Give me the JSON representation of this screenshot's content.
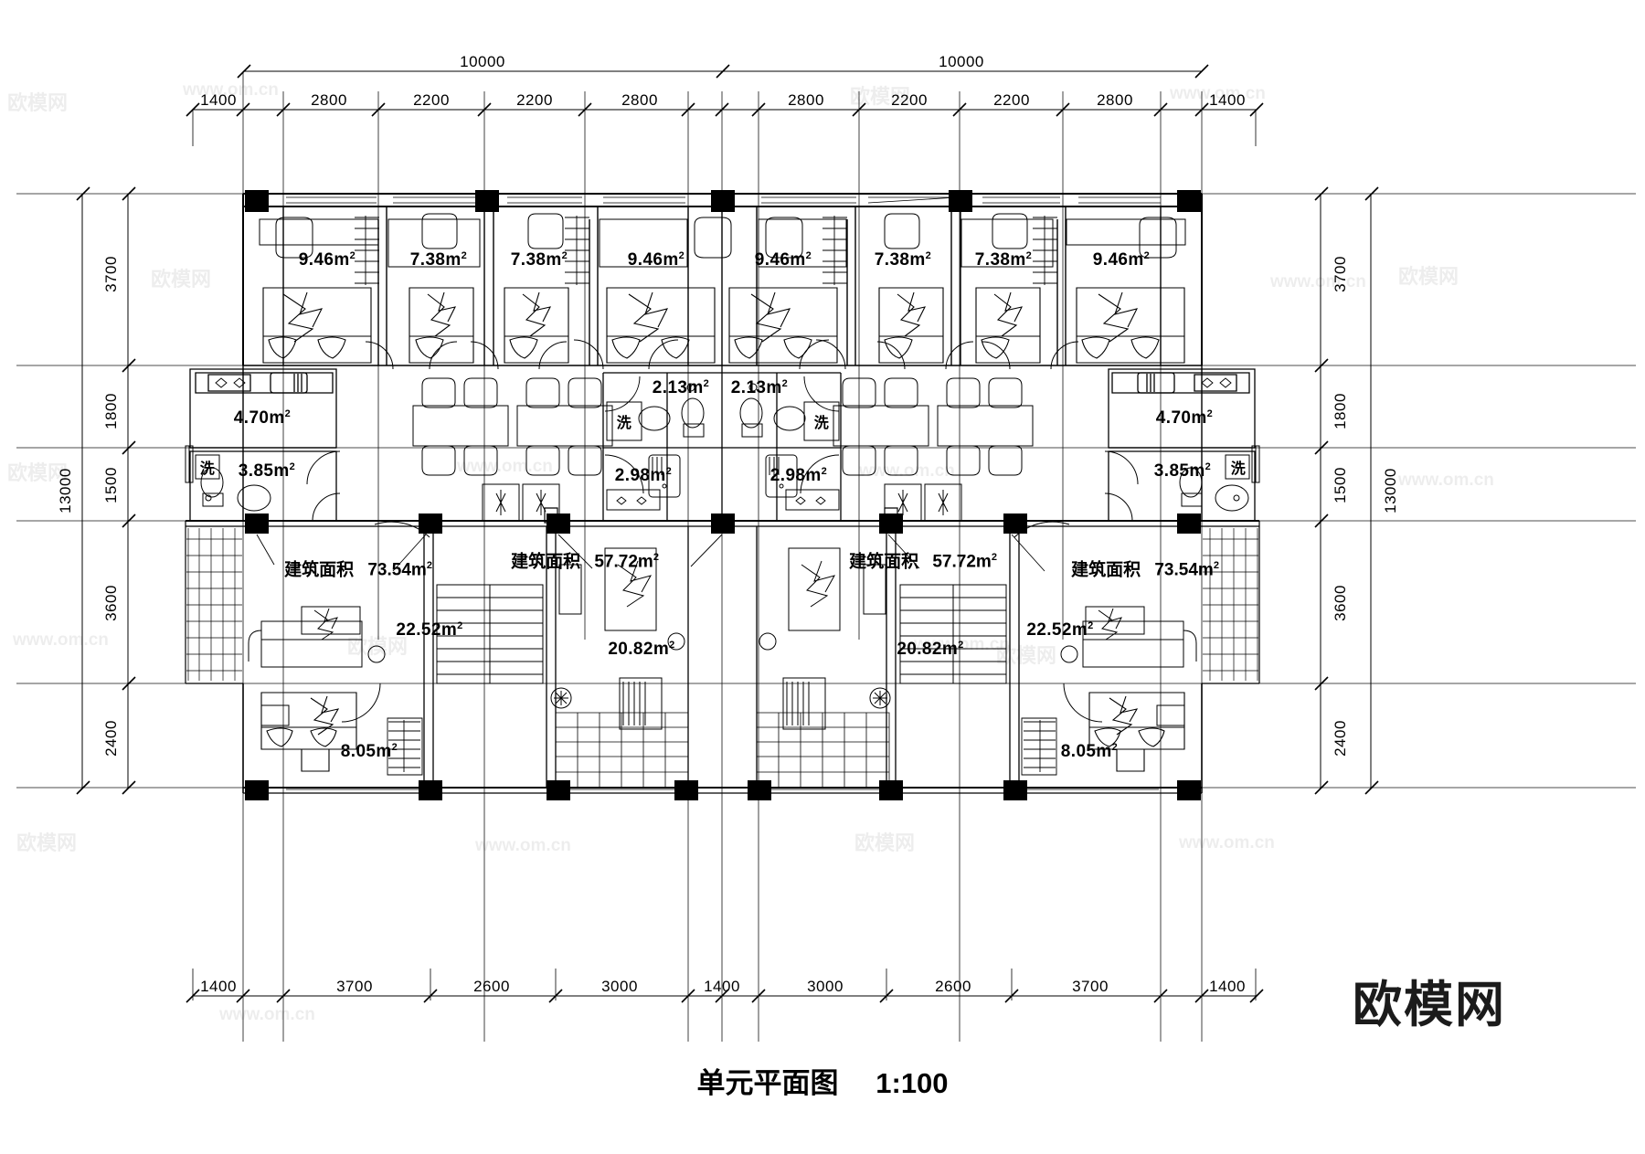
{
  "drawing": {
    "title": "单元平面图",
    "scale": "1:100",
    "sheet_w": 1800,
    "sheet_h": 1263
  },
  "dimensions": {
    "top_overall": [
      "10000",
      "10000"
    ],
    "top_chain": [
      "1400",
      "2800",
      "2200",
      "2200",
      "2800",
      "2800",
      "2200",
      "2200",
      "2800",
      "1400"
    ],
    "bottom_chain": [
      "1400",
      "3700",
      "2600",
      "3000",
      "1400",
      "3000",
      "2600",
      "3700",
      "1400"
    ],
    "left_overall": "13000",
    "right_overall": "13000",
    "left_chain": [
      "3700",
      "1800",
      "1500",
      "3600",
      "2400"
    ],
    "right_chain": [
      "3700",
      "1800",
      "1500",
      "3600",
      "2400"
    ]
  },
  "rooms": {
    "bedrooms_top": [
      {
        "area": "9.46m",
        "sup": "2"
      },
      {
        "area": "7.38m",
        "sup": "2"
      },
      {
        "area": "7.38m",
        "sup": "2"
      },
      {
        "area": "9.46m",
        "sup": "2"
      },
      {
        "area": "9.46m",
        "sup": "2"
      },
      {
        "area": "7.38m",
        "sup": "2"
      },
      {
        "area": "7.38m",
        "sup": "2"
      },
      {
        "area": "9.46m",
        "sup": "2"
      }
    ],
    "kitchens": [
      {
        "area": "4.70m",
        "sup": "2"
      },
      {
        "area": "4.70m",
        "sup": "2"
      }
    ],
    "baths_side": [
      {
        "area": "3.85m",
        "sup": "2"
      },
      {
        "area": "3.85m",
        "sup": "2"
      }
    ],
    "baths_center_upper": [
      {
        "area": "2.13m",
        "sup": "2"
      },
      {
        "area": "2.13m",
        "sup": "2"
      }
    ],
    "baths_center_lower": [
      {
        "area": "2.98m",
        "sup": "2"
      },
      {
        "area": "2.98m",
        "sup": "2"
      }
    ],
    "living_side": [
      {
        "area": "22.52m",
        "sup": "2"
      },
      {
        "area": "22.52m",
        "sup": "2"
      }
    ],
    "living_center": [
      {
        "area": "20.82m",
        "sup": "2"
      },
      {
        "area": "20.82m",
        "sup": "2"
      }
    ],
    "bedrooms_bottom": [
      {
        "area": "8.05m",
        "sup": "2"
      },
      {
        "area": "8.05m",
        "sup": "2"
      }
    ]
  },
  "building_areas": [
    {
      "label": "建筑面积",
      "value": "73.54m",
      "sup": "2"
    },
    {
      "label": "建筑面积",
      "value": "57.72m",
      "sup": "2"
    },
    {
      "label": "建筑面积",
      "value": "57.72m",
      "sup": "2"
    },
    {
      "label": "建筑面积",
      "value": "73.54m",
      "sup": "2"
    }
  ],
  "annotations": {
    "wash_label": "洗"
  },
  "watermarks": {
    "url": "www.om.cn",
    "brand": "欧模网",
    "logo": "欧模网"
  },
  "colors": {
    "line": "#000000",
    "paper": "#ffffff"
  }
}
